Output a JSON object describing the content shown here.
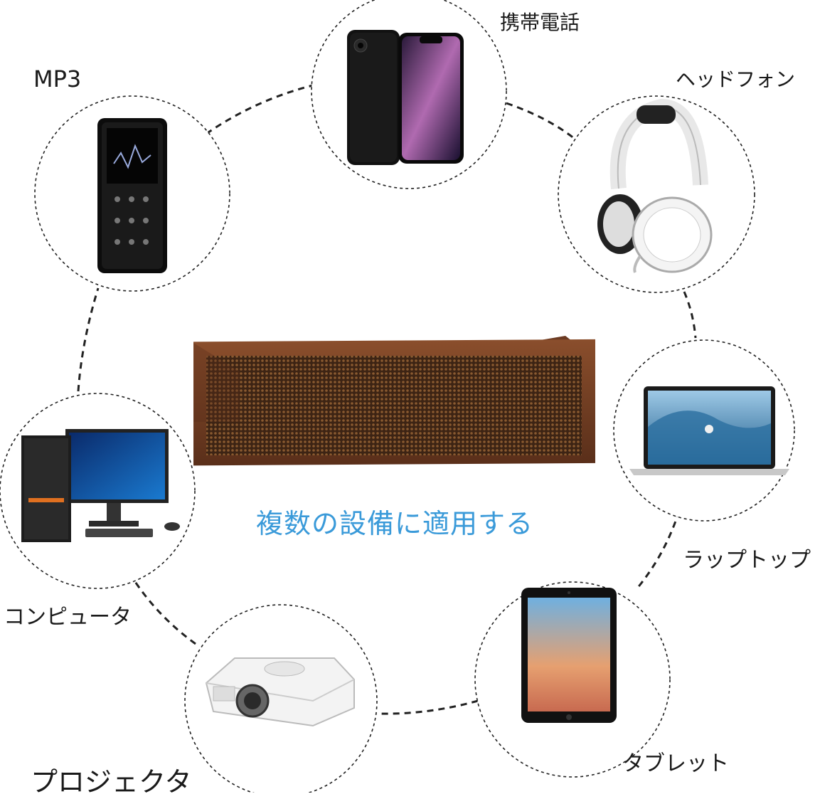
{
  "headline": "複数の設備に適用する",
  "accent_color": "#3a9ad9",
  "center_product": {
    "name": "wooden-soundbar",
    "frame_color": "#6b3a22",
    "grille_color": "#4a2a18"
  },
  "devices": [
    {
      "key": "phone",
      "label": "携帯電話",
      "icon": "smartphone-icon"
    },
    {
      "key": "headphones",
      "label": "ヘッドフォン",
      "icon": "headphones-icon"
    },
    {
      "key": "laptop",
      "label": "ラップトップ",
      "icon": "laptop-icon"
    },
    {
      "key": "tablet",
      "label": "タブレット",
      "icon": "tablet-icon"
    },
    {
      "key": "projector",
      "label": "プロジェクタ",
      "icon": "projector-icon"
    },
    {
      "key": "computer",
      "label": "コンピュータ",
      "icon": "desktop-computer-icon"
    },
    {
      "key": "mp3",
      "label": "MP3",
      "icon": "mp3-player-icon"
    }
  ]
}
